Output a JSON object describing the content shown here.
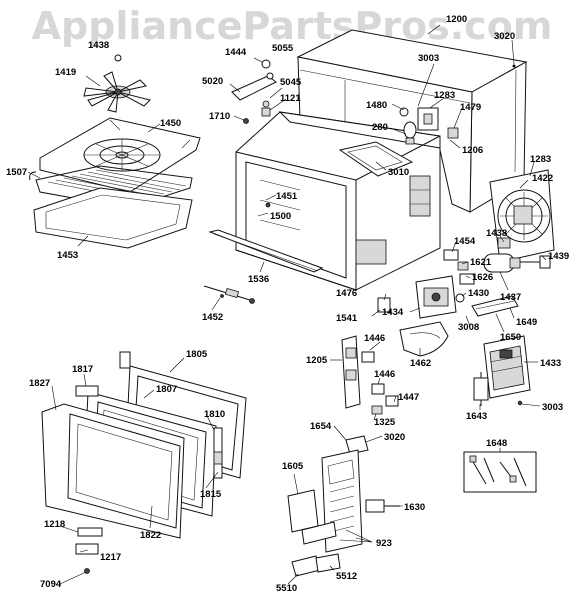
{
  "watermark": "AppliancePartsPros.com",
  "labels": [
    {
      "id": "1200",
      "text": "1200"
    },
    {
      "id": "3020a",
      "text": "3020"
    },
    {
      "id": "1444",
      "text": "1444"
    },
    {
      "id": "5055",
      "text": "5055"
    },
    {
      "id": "1419",
      "text": "1419"
    },
    {
      "id": "1438a",
      "text": "1438"
    },
    {
      "id": "5020",
      "text": "5020"
    },
    {
      "id": "5045",
      "text": "5045"
    },
    {
      "id": "1121",
      "text": "1121"
    },
    {
      "id": "3003a",
      "text": "3003"
    },
    {
      "id": "1480",
      "text": "1480"
    },
    {
      "id": "1283a",
      "text": "1283"
    },
    {
      "id": "1479",
      "text": "1479"
    },
    {
      "id": "1450",
      "text": "1450"
    },
    {
      "id": "1710",
      "text": "1710"
    },
    {
      "id": "280",
      "text": "280"
    },
    {
      "id": "1206",
      "text": "1206"
    },
    {
      "id": "3010",
      "text": "3010"
    },
    {
      "id": "1283b",
      "text": "1283"
    },
    {
      "id": "1422",
      "text": "1422"
    },
    {
      "id": "1507",
      "text": "1507"
    },
    {
      "id": "1451",
      "text": "1451"
    },
    {
      "id": "1500",
      "text": "1500"
    },
    {
      "id": "1453",
      "text": "1453"
    },
    {
      "id": "1454",
      "text": "1454"
    },
    {
      "id": "1438b",
      "text": "1438"
    },
    {
      "id": "1439",
      "text": "1439"
    },
    {
      "id": "1621",
      "text": "1621"
    },
    {
      "id": "1536",
      "text": "1536"
    },
    {
      "id": "1626",
      "text": "1626"
    },
    {
      "id": "1437",
      "text": "1437"
    },
    {
      "id": "1476",
      "text": "1476"
    },
    {
      "id": "1430",
      "text": "1430"
    },
    {
      "id": "1452",
      "text": "1452"
    },
    {
      "id": "1541",
      "text": "1541"
    },
    {
      "id": "1434",
      "text": "1434"
    },
    {
      "id": "1649",
      "text": "1649"
    },
    {
      "id": "3008",
      "text": "3008"
    },
    {
      "id": "1650",
      "text": "1650"
    },
    {
      "id": "1446a",
      "text": "1446"
    },
    {
      "id": "1462",
      "text": "1462"
    },
    {
      "id": "1805",
      "text": "1805"
    },
    {
      "id": "1205",
      "text": "1205"
    },
    {
      "id": "1433",
      "text": "1433"
    },
    {
      "id": "1817",
      "text": "1817"
    },
    {
      "id": "1827",
      "text": "1827"
    },
    {
      "id": "1807",
      "text": "1807"
    },
    {
      "id": "1446b",
      "text": "1446"
    },
    {
      "id": "1447",
      "text": "1447"
    },
    {
      "id": "1643",
      "text": "1643"
    },
    {
      "id": "3003b",
      "text": "3003"
    },
    {
      "id": "1810",
      "text": "1810"
    },
    {
      "id": "1325",
      "text": "1325"
    },
    {
      "id": "1654",
      "text": "1654"
    },
    {
      "id": "3020b",
      "text": "3020"
    },
    {
      "id": "1648",
      "text": "1648"
    },
    {
      "id": "1815",
      "text": "1815"
    },
    {
      "id": "1605",
      "text": "1605"
    },
    {
      "id": "1630",
      "text": "1630"
    },
    {
      "id": "1218",
      "text": "1218"
    },
    {
      "id": "923",
      "text": "923"
    },
    {
      "id": "1217",
      "text": "1217"
    },
    {
      "id": "1822",
      "text": "1822"
    },
    {
      "id": "7094",
      "text": "7094"
    },
    {
      "id": "5510",
      "text": "5510"
    },
    {
      "id": "5512",
      "text": "5512"
    }
  ]
}
